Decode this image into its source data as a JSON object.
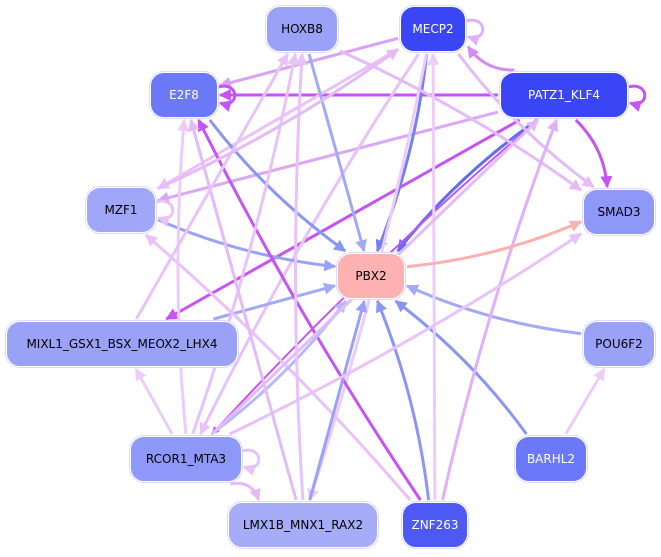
{
  "colors": {
    "background": "#ffffff",
    "node_dark": "#3a46f5",
    "node_mid": "#6b78f8",
    "node_light": "#9aa2f8",
    "node_lighter": "#a6acf8",
    "node_target": "#fdb1b1",
    "edge_strong_purple": "#c654f2",
    "edge_light_purple": "#e8c2f8",
    "edge_medium_purple": "#dba8f6",
    "edge_blue": "#6e7cf2",
    "edge_light_blue": "#a2aaf6",
    "edge_salmon": "#fdb1ae",
    "text_dark": "#000000",
    "text_light": "#ffffff"
  },
  "nodes": [
    {
      "id": "HOXB8",
      "label": "HOXB8",
      "fill": "#9aa2f8",
      "text": "#000000"
    },
    {
      "id": "MECP2",
      "label": "MECP2",
      "fill": "#3a46f5",
      "text": "#ffffff"
    },
    {
      "id": "E2F8",
      "label": "E2F8",
      "fill": "#6b78f8",
      "text": "#ffffff"
    },
    {
      "id": "PATZ1_KLF4",
      "label": "PATZ1_KLF4",
      "fill": "#3a46f5",
      "text": "#ffffff"
    },
    {
      "id": "MZF1",
      "label": "MZF1",
      "fill": "#a0a7f8",
      "text": "#000000"
    },
    {
      "id": "SMAD3",
      "label": "SMAD3",
      "fill": "#8e98f8",
      "text": "#000000"
    },
    {
      "id": "PBX2",
      "label": "PBX2",
      "fill": "#fdb1b1",
      "text": "#000000"
    },
    {
      "id": "MIXL1",
      "label": "MIXL1_GSX1_BSX_MEOX2_LHX4",
      "fill": "#9aa2f8",
      "text": "#000000"
    },
    {
      "id": "POU6F2",
      "label": "POU6F2",
      "fill": "#9aa2f8",
      "text": "#000000"
    },
    {
      "id": "RCOR1_MTA3",
      "label": "RCOR1_MTA3",
      "fill": "#8e98f8",
      "text": "#000000"
    },
    {
      "id": "BARHL2",
      "label": "BARHL2",
      "fill": "#6b78f8",
      "text": "#ffffff"
    },
    {
      "id": "LMX1B",
      "label": "LMX1B_MNX1_RAX2",
      "fill": "#a6acf8",
      "text": "#000000"
    },
    {
      "id": "ZNF263",
      "label": "ZNF263",
      "fill": "#4d59f5",
      "text": "#ffffff"
    }
  ],
  "edges": [
    {
      "from": "PATZ1_KLF4",
      "to": "E2F8",
      "color": "#c654f2",
      "width": 3
    },
    {
      "from": "PATZ1_KLF4",
      "to": "PBX2",
      "color": "#5f6ef2",
      "width": 3
    },
    {
      "from": "PATZ1_KLF4",
      "to": "SMAD3",
      "color": "#c654f2",
      "width": 3
    },
    {
      "from": "PATZ1_KLF4",
      "to": "MIXL1",
      "color": "#c654f2",
      "width": 3
    },
    {
      "from": "PATZ1_KLF4",
      "to": "MECP2",
      "color": "#d58af4",
      "width": 3
    },
    {
      "from": "PATZ1_KLF4",
      "to": "PATZ1_KLF4",
      "color": "#c654f2",
      "width": 3
    },
    {
      "from": "PATZ1_KLF4",
      "to": "MZF1",
      "color": "#dba8f6",
      "width": 3
    },
    {
      "from": "PATZ1_KLF4",
      "to": "RCOR1_MTA3",
      "color": "#c654f2",
      "width": 2
    },
    {
      "from": "MECP2",
      "to": "PBX2",
      "color": "#7480f2",
      "width": 3
    },
    {
      "from": "MECP2",
      "to": "E2F8",
      "color": "#d9a2f6",
      "width": 3
    },
    {
      "from": "MECP2",
      "to": "MECP2",
      "color": "#e0b0f8",
      "width": 3
    },
    {
      "from": "MECP2",
      "to": "SMAD3",
      "color": "#e4baf8",
      "width": 3
    },
    {
      "from": "MECP2",
      "to": "MZF1",
      "color": "#e8c2f8",
      "width": 3
    },
    {
      "from": "MECP2",
      "to": "RCOR1_MTA3",
      "color": "#e8c2f8",
      "width": 3
    },
    {
      "from": "MECP2",
      "to": "LMX1B",
      "color": "#ecccf9",
      "width": 3
    },
    {
      "from": "HOXB8",
      "to": "PBX2",
      "color": "#a2aaf6",
      "width": 3
    },
    {
      "from": "HOXB8",
      "to": "SMAD3",
      "color": "#e4baf8",
      "width": 3
    },
    {
      "from": "E2F8",
      "to": "PBX2",
      "color": "#8a96f4",
      "width": 3
    },
    {
      "from": "E2F8",
      "to": "E2F8",
      "color": "#c654f2",
      "width": 3
    },
    {
      "from": "MZF1",
      "to": "PBX2",
      "color": "#98a2f6",
      "width": 3
    },
    {
      "from": "MZF1",
      "to": "MZF1",
      "color": "#e8c2f8",
      "width": 3
    },
    {
      "from": "MIXL1",
      "to": "PBX2",
      "color": "#a2aaf6",
      "width": 3
    },
    {
      "from": "POU6F2",
      "to": "PBX2",
      "color": "#a2aaf6",
      "width": 3
    },
    {
      "from": "BARHL2",
      "to": "PBX2",
      "color": "#8a96f4",
      "width": 3
    },
    {
      "from": "BARHL2",
      "to": "POU6F2",
      "color": "#ecccf9",
      "width": 3
    },
    {
      "from": "ZNF263",
      "to": "PBX2",
      "color": "#8a96f4",
      "width": 3
    },
    {
      "from": "ZNF263",
      "to": "E2F8",
      "color": "#c654f2",
      "width": 3
    },
    {
      "from": "ZNF263",
      "to": "MECP2",
      "color": "#ecccf9",
      "width": 3
    },
    {
      "from": "ZNF263",
      "to": "PATZ1_KLF4",
      "color": "#e0b0f8",
      "width": 3
    },
    {
      "from": "ZNF263",
      "to": "MZF1",
      "color": "#e8c2f8",
      "width": 3
    },
    {
      "from": "LMX1B",
      "to": "PBX2",
      "color": "#98a2f6",
      "width": 3
    },
    {
      "from": "RCOR1_MTA3",
      "to": "PBX2",
      "color": "#b4bbf8",
      "width": 3
    },
    {
      "from": "RCOR1_MTA3",
      "to": "RCOR1_MTA3",
      "color": "#e8c2f8",
      "width": 3
    },
    {
      "from": "RCOR1_MTA3",
      "to": "MIXL1",
      "color": "#ecccf9",
      "width": 3
    },
    {
      "from": "RCOR1_MTA3",
      "to": "LMX1B",
      "color": "#e4baf8",
      "width": 3
    },
    {
      "from": "RCOR1_MTA3",
      "to": "HOXB8",
      "color": "#e8c2f8",
      "width": 3
    },
    {
      "from": "RCOR1_MTA3",
      "to": "PATZ1_KLF4",
      "color": "#e4baf8",
      "width": 3
    },
    {
      "from": "RCOR1_MTA3",
      "to": "SMAD3",
      "color": "#e8c2f8",
      "width": 3
    },
    {
      "from": "RCOR1_MTA3",
      "to": "E2F8",
      "color": "#ecccf9",
      "width": 3
    },
    {
      "from": "LMX1B",
      "to": "E2F8",
      "color": "#e4baf8",
      "width": 3
    },
    {
      "from": "LMX1B",
      "to": "HOXB8",
      "color": "#e8c2f8",
      "width": 3
    },
    {
      "from": "PBX2",
      "to": "SMAD3",
      "color": "#fdb1ae",
      "width": 3
    },
    {
      "from": "MIXL1",
      "to": "HOXB8",
      "color": "#e8c2f8",
      "width": 3
    },
    {
      "from": "MZF1",
      "to": "MECP2",
      "color": "#e4baf8",
      "width": 3
    }
  ]
}
